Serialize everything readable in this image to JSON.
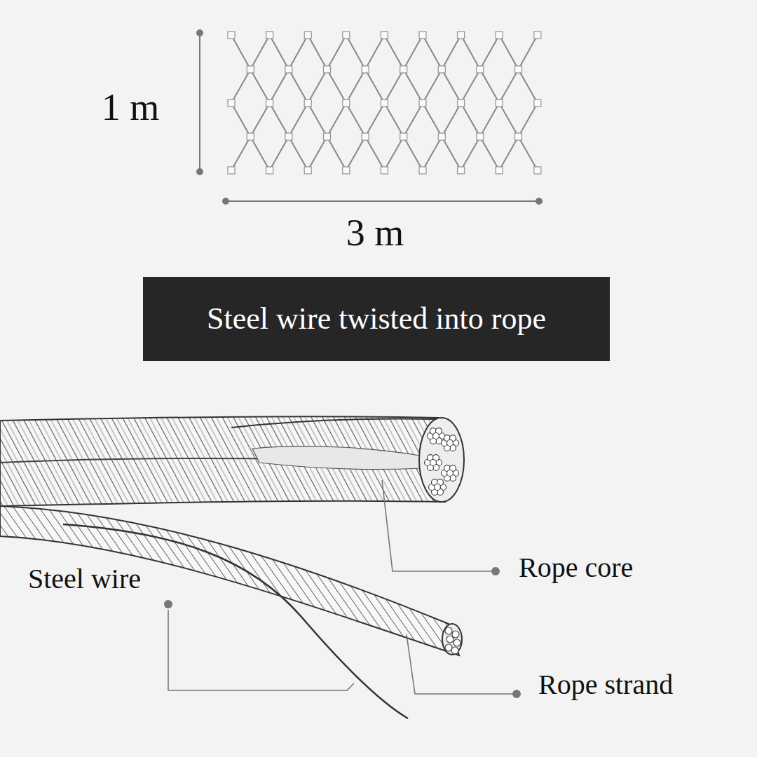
{
  "diagram": {
    "nodes": [
      {
        "text": [
          "Steel wire twisted into rope"
        ]
      }
    ],
    "labels": [
      "1 m",
      "3 m",
      "Steel wire",
      "Rope core",
      "Rope strand"
    ]
  }
}
